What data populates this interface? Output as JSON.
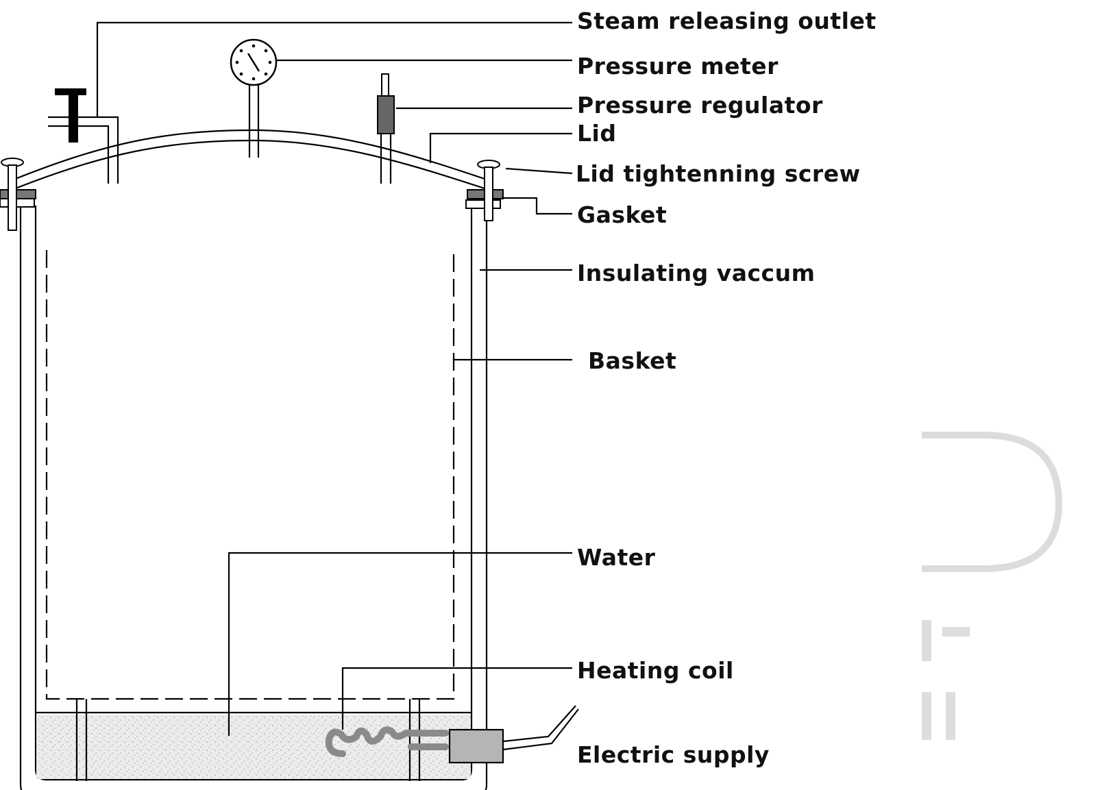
{
  "diagram": {
    "labels": {
      "steam_outlet": "Steam releasing outlet",
      "pressure_meter": "Pressure meter",
      "pressure_regulator": "Pressure regulator",
      "lid": "Lid",
      "lid_screw": "Lid tightenning screw",
      "gasket": "Gasket",
      "insulating_vacuum": "Insulating vaccum",
      "basket": "Basket",
      "water": "Water",
      "heating_coil": "Heating coil",
      "electric_supply": "Electric supply"
    },
    "colors": {
      "line": "#000000",
      "water_fill": "#e6e6e6",
      "gasket_fill": "#777777",
      "supply_box": "#b5b5b5",
      "regulator": "#666666",
      "watermark": "#d8d8d8"
    }
  }
}
